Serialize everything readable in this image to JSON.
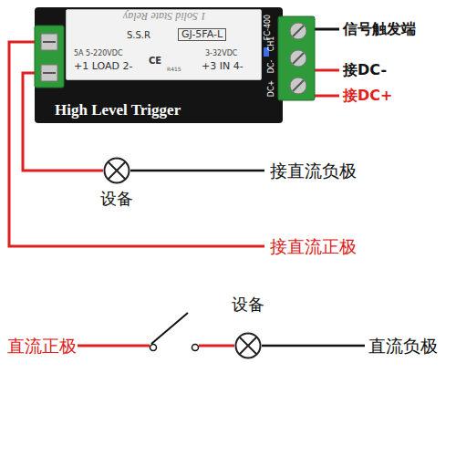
{
  "diagram": {
    "nodes": [
      {
        "text": [
          "High Level Trigger"
        ]
      },
      {
        "text": [
          "1 Solid State Relay",
          "S.S.R",
          "GJ-5FA-L",
          "5A 5-220VDC",
          "+1 LOAD 2-",
          "CE",
          "R415",
          "3-32VDC",
          "+3 IN 4-"
        ],
        "in": 0
      },
      {
        "text": [
          "设备"
        ]
      },
      {
        "text": [
          "设备"
        ]
      }
    ],
    "edges": [
      {
        "from": 0,
        "to": 2,
        "arrow": "none"
      }
    ],
    "labels": [
      "FC-400",
      "CH1",
      "DC-",
      "DC+",
      "信号触发端",
      "接DC-",
      "接DC+",
      "接直流负极",
      "接直流正极",
      "直流正极",
      "直流负极"
    ]
  }
}
